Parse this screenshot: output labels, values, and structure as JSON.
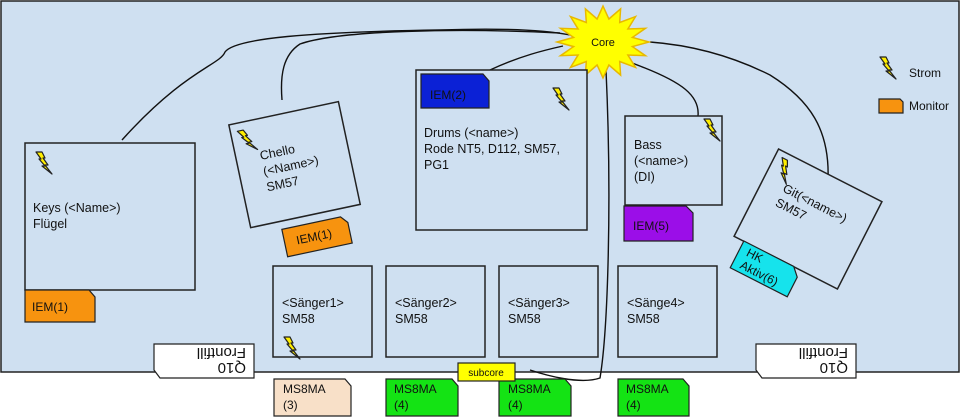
{
  "core": {
    "label": "Core"
  },
  "subcore": {
    "label": "subcore"
  },
  "legend": {
    "power": "Strom",
    "monitor": "Monitor"
  },
  "keys": {
    "line1": "Keys (<Name>)",
    "line2": "Flügel",
    "monitor": "IEM(1)"
  },
  "cello": {
    "line1": "Chello",
    "line2": "(<Name>)",
    "line3": "SM57",
    "monitor": "IEM(1)"
  },
  "drums": {
    "line1": "Drums (<name>)",
    "line2": "Rode NT5, D112, SM57,",
    "line3": "PG1",
    "monitor": "IEM(2)"
  },
  "bass": {
    "line1": "Bass",
    "line2": "(<name>)",
    "line3": "(DI)",
    "monitor": "IEM(5)"
  },
  "guitar": {
    "line1": "Git(<name>)",
    "line2": "SM57",
    "monitor_line1": "HK",
    "monitor_line2": "Aktiv(6)"
  },
  "singers": [
    {
      "line1": "<Sänger1>",
      "line2": "SM58"
    },
    {
      "line1": "<Sänger2>",
      "line2": "SM58"
    },
    {
      "line1": "<Sänger3>",
      "line2": "SM58"
    },
    {
      "line1": "<Sänge4>",
      "line2": "SM58"
    }
  ],
  "frontfills": [
    {
      "line1": "Q10",
      "line2": "Frontfill"
    },
    {
      "line1": "Q10",
      "line2": "Frontfill"
    }
  ],
  "wedges": [
    {
      "line1": "MS8MA",
      "line2": "(3)"
    },
    {
      "line1": "MS8MA",
      "line2": "(4)"
    },
    {
      "line1": "MS8MA",
      "line2": "(4)"
    },
    {
      "line1": "MS8MA",
      "line2": "(4)"
    }
  ],
  "colors": {
    "stage": "#cfe0f1",
    "monitor_orange": "#f7930f",
    "monitor_blue": "#0b21d6",
    "monitor_purple": "#9b0ee8",
    "monitor_cyan": "#16e3ec",
    "wedge_peach": "#f8e0c8",
    "wedge_green": "#14e314",
    "core_yellow": "#ffff00",
    "subcore_yellow": "#ffff00",
    "power_yellow": "#ffee00"
  }
}
